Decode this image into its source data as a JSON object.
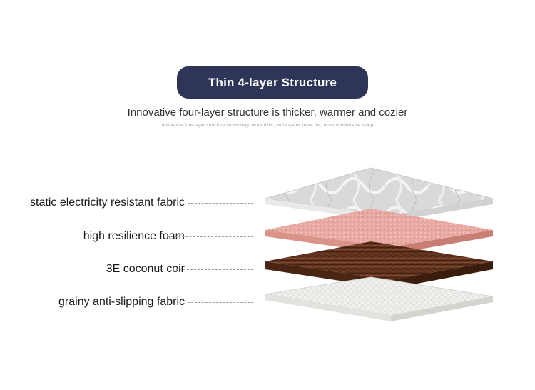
{
  "header": {
    "title": "Thin 4-layer Structure",
    "subtitle": "Innovative four-layer structure is thicker, warmer and cozier",
    "tiny_caption": "Innovative four-layer structure technology, more thick, more warm, more flat, more comfortable sleep"
  },
  "layers": [
    {
      "label": "static electricity resistant fabric",
      "color": "#dcdcdc"
    },
    {
      "label": "high resilience foam",
      "color": "#e6a79f"
    },
    {
      "label": "3E coconut coir",
      "color": "#6b3a22"
    },
    {
      "label": "grainy anti-slipping fabric",
      "color": "#ededed"
    }
  ],
  "colors": {
    "title_pill": "#2f3459",
    "leader_line": "#9a9a9a"
  }
}
